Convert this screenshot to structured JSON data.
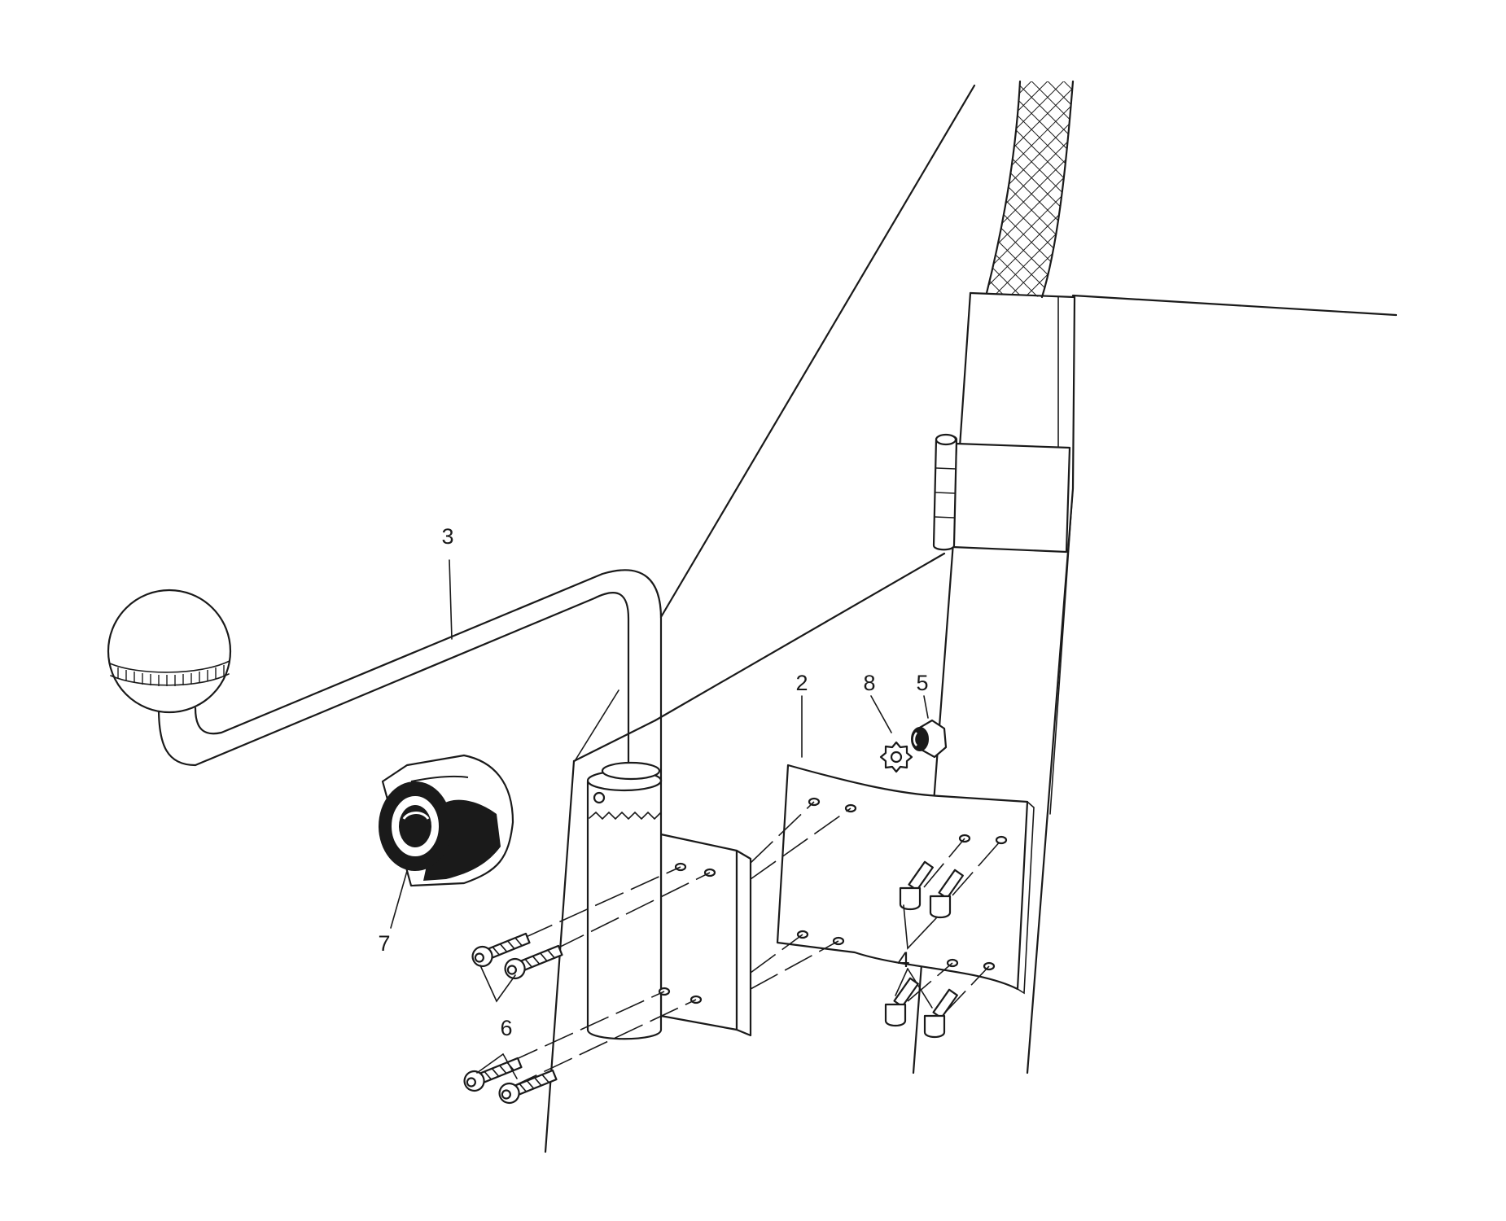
{
  "callouts": {
    "c2": "2",
    "c3": "3",
    "c4": "4",
    "c5": "5",
    "c6": "6",
    "c7": "7",
    "c8": "8"
  },
  "icons": {
    "lever": "gear-lever-with-ball-knob",
    "knob": "knurled-knob",
    "bracket": "mounting-bracket",
    "plate": "mounting-plate",
    "hinge": "door-hinge",
    "washer": "toothed-lock-washer",
    "nut": "hex-nut",
    "screws": "screw-set"
  }
}
